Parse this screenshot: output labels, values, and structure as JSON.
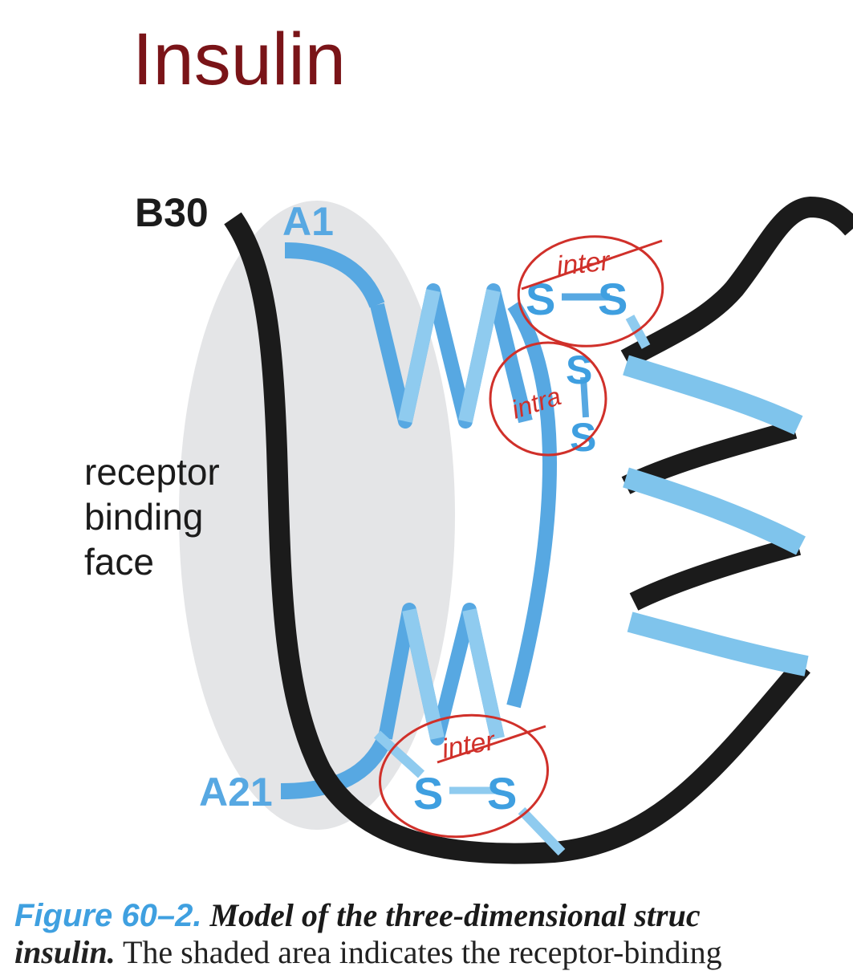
{
  "title": "Insulin",
  "diagram": {
    "labels": {
      "b30": "B30",
      "a1": "A1",
      "a21": "A21",
      "receptor": [
        "receptor",
        "binding",
        "face"
      ],
      "disulfide_letter": "S"
    },
    "annotations": {
      "top_inter": "inter",
      "intra": "intra",
      "bottom_inter": "inter"
    },
    "colors": {
      "a_chain": "#57a8e2",
      "a_chain_light": "#8fcbef",
      "b_chain": "#1b1b1b",
      "b_helix": "#7fc4ec",
      "receptor_face": "#e4e5e7",
      "annotation": "#d0302a",
      "title": "#7a1418",
      "figure_number": "#3fa0e0"
    }
  },
  "caption": {
    "figure_number": "Figure 60–2.",
    "line1": "Model of the three-dimensional struc",
    "line2_em": "insulin.",
    "line2": "The shaded area indicates the receptor-binding"
  }
}
